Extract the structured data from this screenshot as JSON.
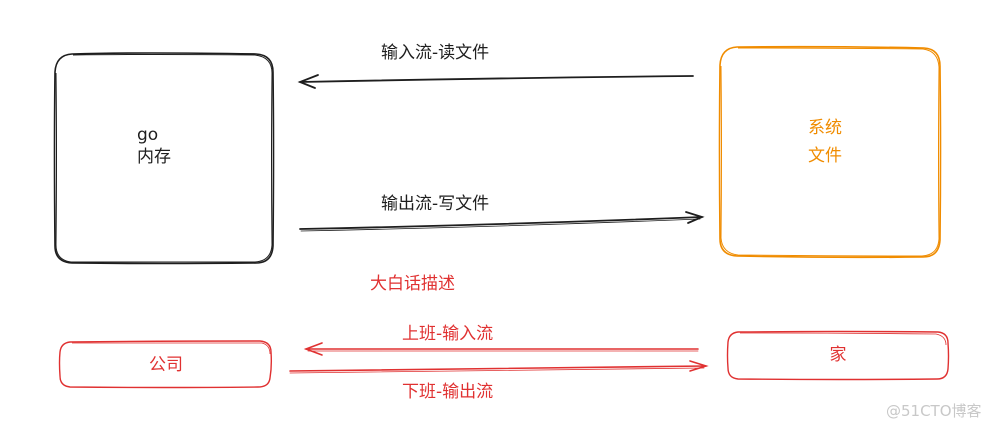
{
  "colors": {
    "stroke_black": "#1e1e1e",
    "accent_orange": "#f08c00",
    "accent_red": "#e03131",
    "watermark": "#c8c8c8"
  },
  "top_section": {
    "left_box": {
      "line1": "go",
      "line2": "内存"
    },
    "right_box": {
      "line1": "系统",
      "line2": "文件"
    },
    "input_arrow": {
      "label": "输入流-读文件",
      "direction": "left"
    },
    "output_arrow": {
      "label": "输出流-写文件",
      "direction": "right"
    }
  },
  "analogy_title": "大白话描述",
  "bottom_section": {
    "left_box": {
      "label": "公司"
    },
    "right_box": {
      "label": "家"
    },
    "upper_arrow": {
      "label": "上班-输入流",
      "direction": "left"
    },
    "lower_arrow": {
      "label": "下班-输出流",
      "direction": "right"
    }
  },
  "watermark": "@51CTO博客"
}
